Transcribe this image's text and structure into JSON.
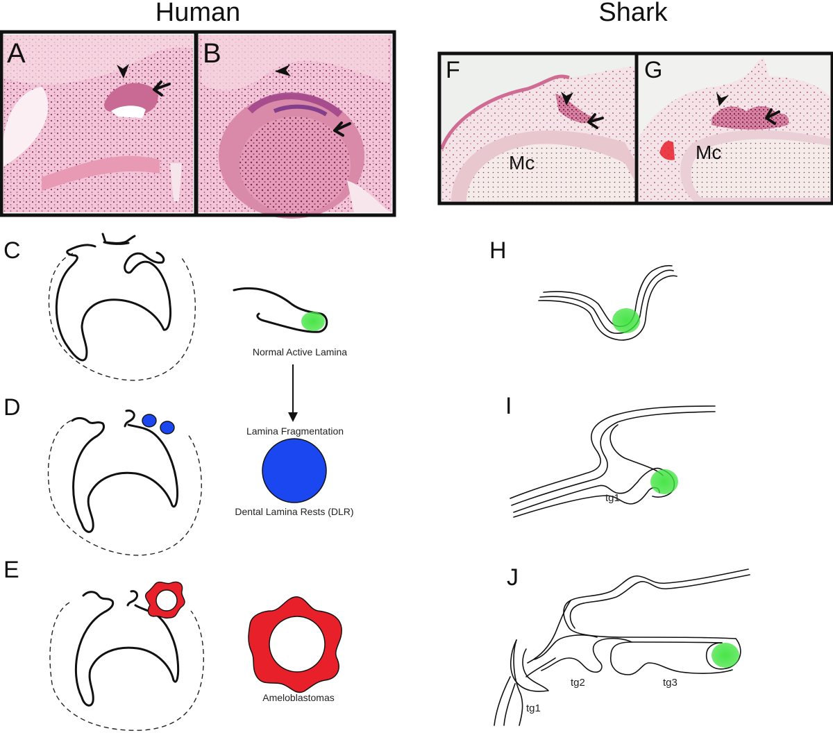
{
  "headers": {
    "human": "Human",
    "shark": "Shark"
  },
  "panel_labels": {
    "A": "A",
    "B": "B",
    "C": "C",
    "D": "D",
    "E": "E",
    "F": "F",
    "G": "G",
    "H": "H",
    "I": "I",
    "J": "J"
  },
  "captions": {
    "normal_active_lamina": "Normal Active Lamina",
    "lamina_fragmentation": "Lamina Fragmentation",
    "dental_lamina_rests": "Dental Lamina Rests (DLR)",
    "ameloblastomas": "Ameloblastomas"
  },
  "structure_labels": {
    "mc_f": "Mc",
    "mc_g": "Mc",
    "tg1_i": "tg1",
    "tg1_j": "tg1",
    "tg2": "tg2",
    "tg3": "tg3"
  },
  "colors": {
    "histology_pink": "#e9a2bc",
    "stain_purple": "#9a3d86",
    "lamina_green": "#3fe33f",
    "rest_blue": "#1a47f0",
    "tumor_red": "#e8202a",
    "frame": "#111111"
  },
  "icons": {
    "arrowhead": "arrowhead-icon",
    "arrow": "arrow-icon"
  }
}
